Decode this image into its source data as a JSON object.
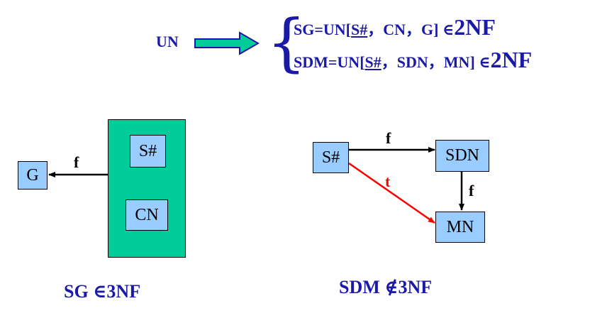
{
  "header": {
    "un_label": "UN",
    "brace": "{",
    "formula1": {
      "prefix": "SG=UN[",
      "key": "S#",
      "rest": "，CN，G] ∈",
      "nf": "2NF"
    },
    "formula2": {
      "prefix": "SDM=UN[",
      "key": "S#",
      "rest": "，SDN，MN] ∈",
      "nf": "2NF"
    }
  },
  "left_diagram": {
    "g_box": "G",
    "s_box": "S#",
    "cn_box": "CN",
    "arrow_label": "f",
    "caption": "SG ∈3NF"
  },
  "right_diagram": {
    "s_box": "S#",
    "sdn_box": "SDN",
    "mn_box": "MN",
    "label_s_sdn": "f",
    "label_sdn_mn": "f",
    "label_s_mn": "t",
    "caption": "SDM ∉3NF"
  },
  "colors": {
    "box_fill": "#99ccff",
    "group_fill": "#00cc99",
    "arrow_green": "#00cc99",
    "text_navy": "#1a1aa6",
    "transitive_red": "#ff0000"
  }
}
